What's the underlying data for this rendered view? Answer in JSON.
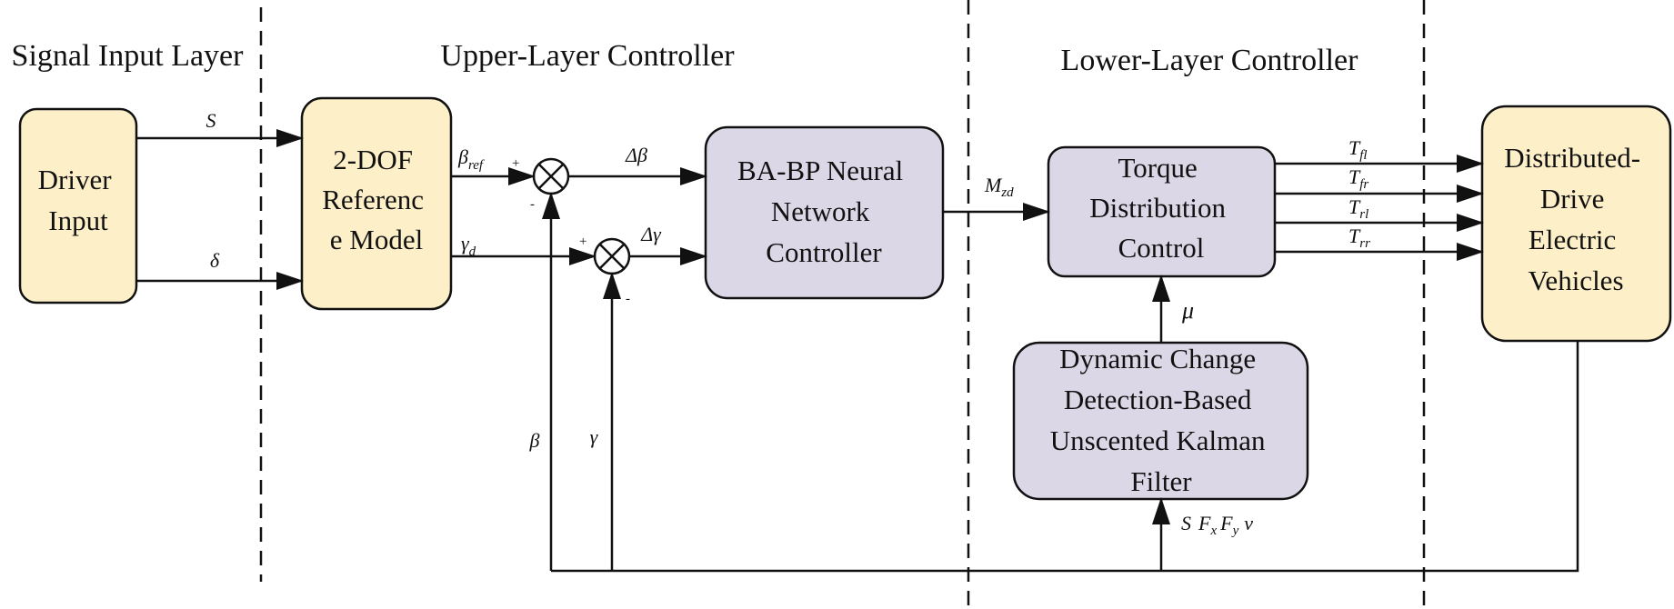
{
  "colors": {
    "input_fill": "#fdefc8",
    "controller_fill": "#dcd7e6",
    "stroke": "#111111"
  },
  "layers": {
    "signal_input": "Signal Input Layer",
    "upper": "Upper-Layer Controller",
    "lower": "Lower-Layer Controller"
  },
  "blocks": {
    "driver_input": [
      "Driver",
      "Input"
    ],
    "reference_model": [
      "2-DOF",
      "Referenc",
      "e Model"
    ],
    "neural_controller": [
      "BA-BP Neural",
      "Network",
      "Controller"
    ],
    "torque_distribution": [
      "Torque",
      "Distribution",
      "Control"
    ],
    "ukf": [
      "Dynamic Change",
      "Detection-Based",
      "Unscented Kalman",
      "Filter"
    ],
    "vehicles": [
      "Distributed-",
      "Drive",
      "Electric",
      "Vehicles"
    ]
  },
  "signals": {
    "S": "S",
    "delta": "δ",
    "beta_ref": {
      "base": "β",
      "sub": "ref"
    },
    "gamma_d": {
      "base": "γ",
      "sub": "d"
    },
    "delta_beta": "Δβ",
    "delta_gamma": "Δγ",
    "M_zd": {
      "base": "M",
      "sub": "zd"
    },
    "T_fl": {
      "base": "T",
      "sub": "fl"
    },
    "T_fr": {
      "base": "T",
      "sub": "fr"
    },
    "T_rl": {
      "base": "T",
      "sub": "rl"
    },
    "T_rr": {
      "base": "T",
      "sub": "rr"
    },
    "mu": "μ",
    "beta": "β",
    "gamma": "γ",
    "ukf_inputs": [
      {
        "base": "S",
        "sub": ""
      },
      {
        "base": "F",
        "sub": "x"
      },
      {
        "base": "F",
        "sub": "y"
      },
      {
        "base": "v",
        "sub": ""
      }
    ]
  },
  "signs": {
    "plus": "+",
    "minus": "-"
  }
}
